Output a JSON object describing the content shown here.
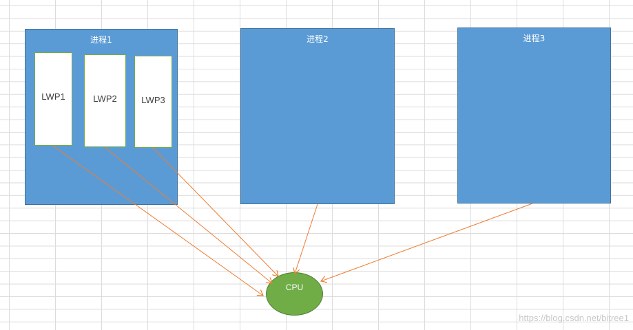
{
  "diagram": {
    "processes": [
      {
        "label": "进程1"
      },
      {
        "label": "进程2"
      },
      {
        "label": "进程3"
      }
    ],
    "lwps": [
      {
        "label": "LWP1"
      },
      {
        "label": "LWP2"
      },
      {
        "label": "LWP3"
      }
    ],
    "cpu": {
      "label": "CPU"
    }
  },
  "colors": {
    "process_fill": "#5b9bd5",
    "lwp_border": "#70ad47",
    "cpu_fill": "#70ad47",
    "arrow": "#ed7d31"
  },
  "watermark": "https://blog.csdn.net/bitree1"
}
